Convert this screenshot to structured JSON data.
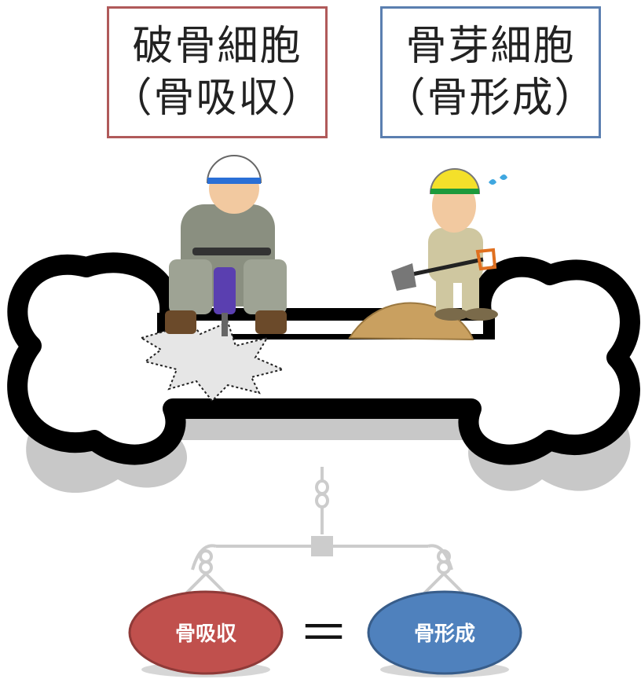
{
  "left_box": {
    "line1": "破骨細胞",
    "line2": "（骨吸収）"
  },
  "right_box": {
    "line1": "骨芽細胞",
    "line2": "（骨形成）"
  },
  "balance": {
    "left_label": "骨吸収",
    "right_label": "骨形成",
    "equals": "＝"
  },
  "colors": {
    "resorption": "#c0504d",
    "formation": "#4f81bd",
    "left_border": "#b05a5a",
    "right_border": "#5b7fb0",
    "bone_outline": "#000000",
    "sand": "#c9a060"
  }
}
